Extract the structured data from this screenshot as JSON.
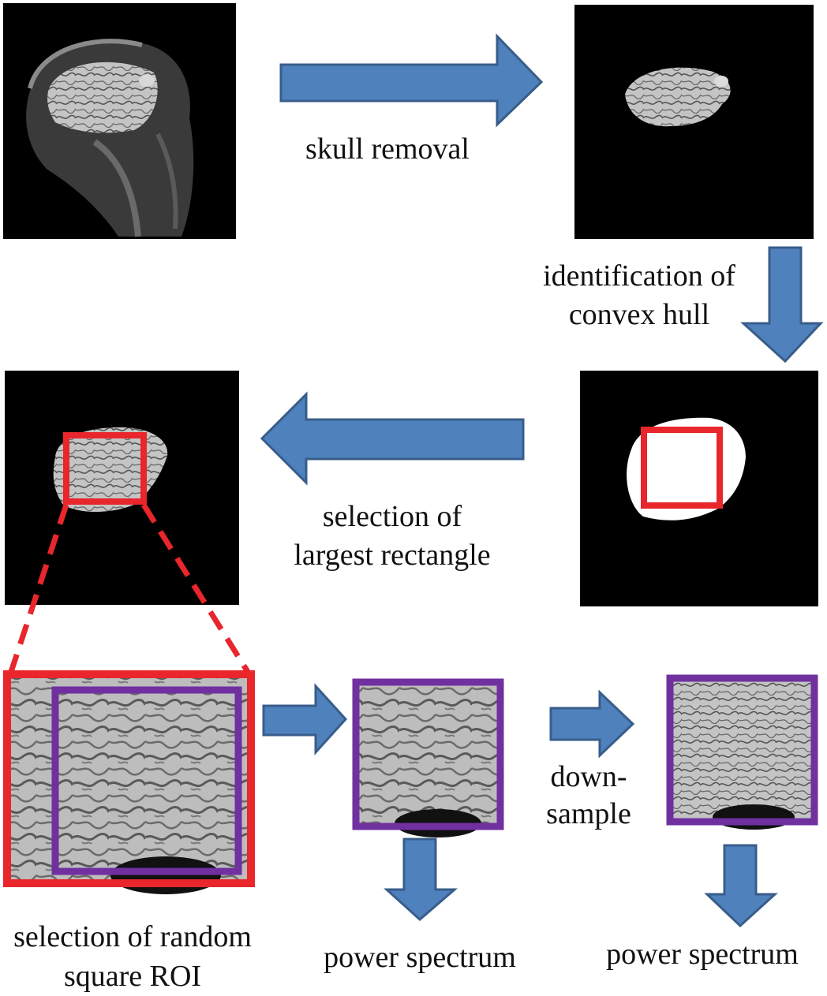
{
  "labels": {
    "skull_removal": "skull removal",
    "convex_hull_line1": "identification of",
    "convex_hull_line2": "convex hull",
    "rectangle_line1": "selection of",
    "rectangle_line2": "largest rectangle",
    "downsample_line1": "down-",
    "downsample_line2": "sample",
    "roi_line1": "selection of random",
    "roi_line2": "square ROI",
    "power_spectrum_1": "power  spectrum",
    "power_spectrum_2": "power  spectrum"
  },
  "colors": {
    "arrow_fill": "#4f81bd",
    "arrow_stroke": "#385d8a",
    "rectangle": "#e8262b",
    "roi": "#7030a0",
    "image_bg": "#000000",
    "hull": "#ffffff",
    "tissue": "#b8b8b8"
  },
  "icons": {
    "arrow": "block-arrow",
    "mri_slice": "brain-mri-image"
  }
}
